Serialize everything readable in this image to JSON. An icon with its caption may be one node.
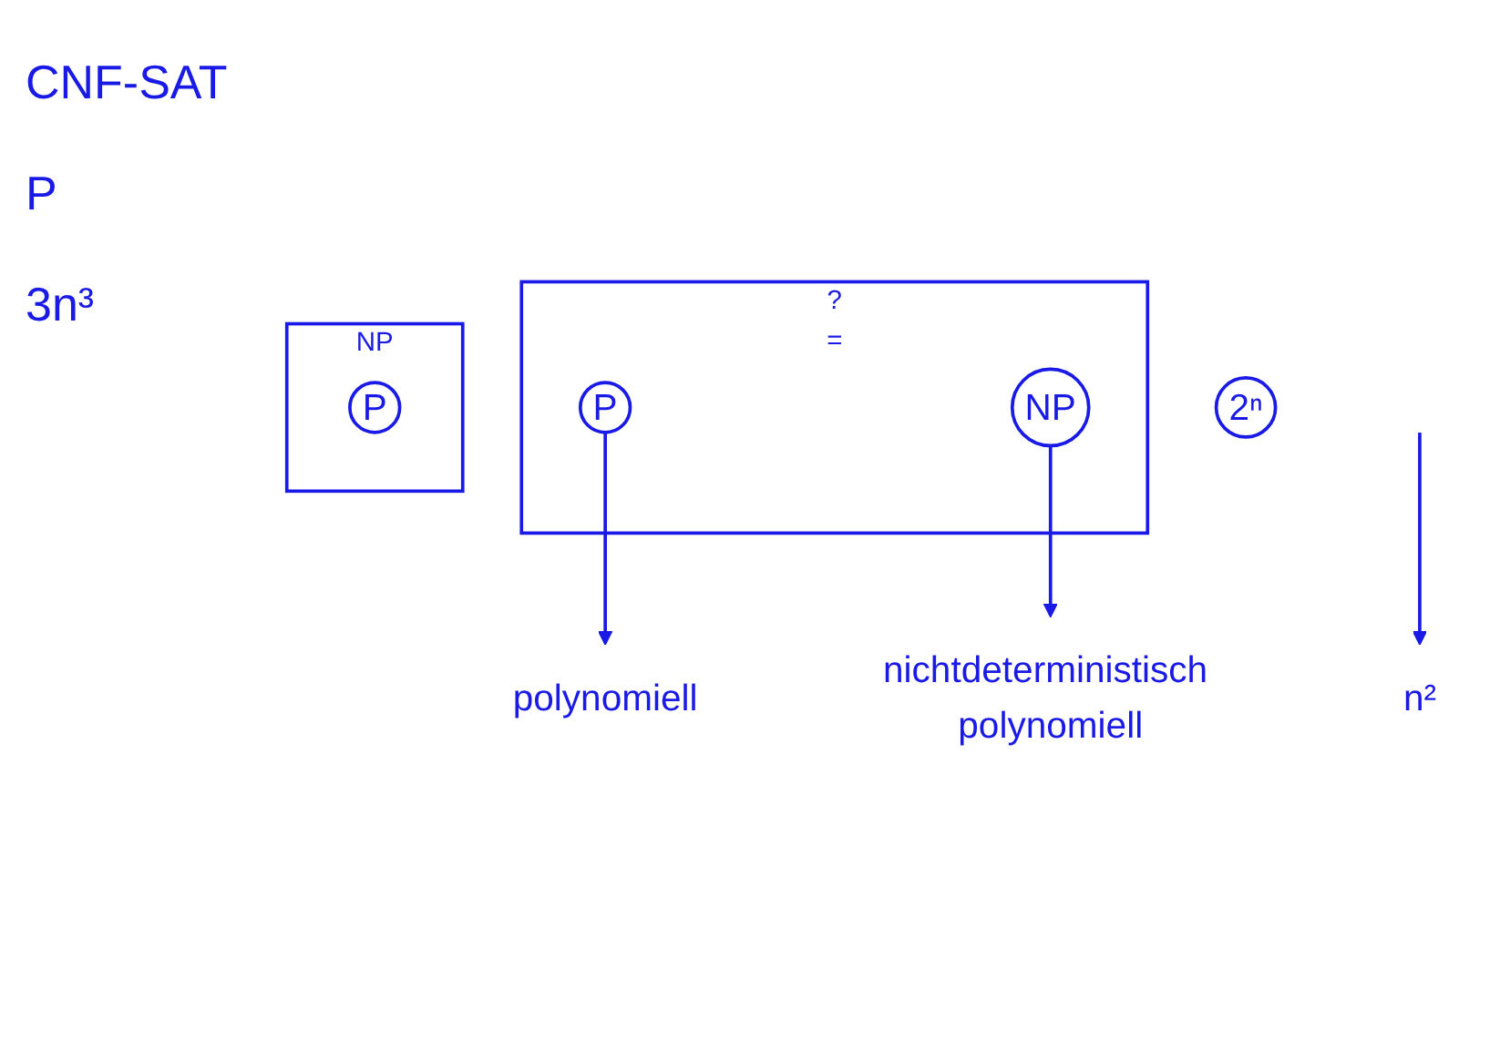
{
  "diagram": {
    "nodes": [
      {
        "text": [
          "?",
          "="
        ]
      },
      {
        "text": [
          "P"
        ],
        "in": 0
      },
      {
        "text": [
          "NP"
        ],
        "in": 0
      },
      {
        "text": [
          "polynomiell"
        ]
      },
      {
        "text": [
          "nichtdeterministisch polynomiell"
        ]
      },
      {
        "text": [
          "n²"
        ]
      },
      {
        "text": [
          "2ⁿ"
        ]
      },
      {
        "text": [
          "NP"
        ]
      },
      {
        "text": [
          "P"
        ],
        "in": 7
      }
    ],
    "edges": [
      {
        "from": 1,
        "to": 3,
        "arrow": "to"
      },
      {
        "from": 2,
        "to": 4,
        "arrow": "to"
      },
      {
        "from": null,
        "to": 5,
        "arrow": "to"
      }
    ],
    "labels": [
      "CNF-SAT",
      "P",
      "3n³"
    ]
  }
}
